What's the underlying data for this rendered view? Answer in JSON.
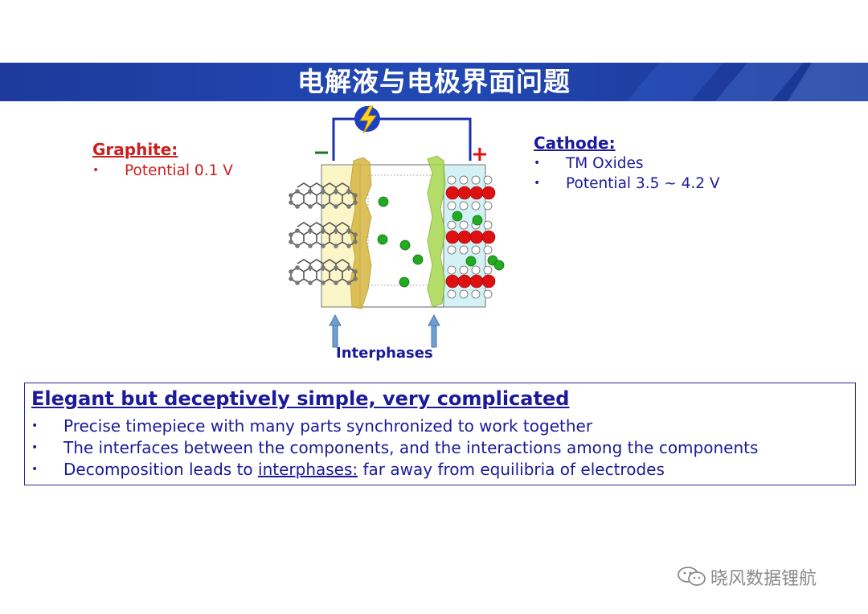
{
  "title": "电解液与电极界面问题",
  "anode": {
    "label": "Graphite:",
    "bullets": [
      "Potential 0.1 V"
    ]
  },
  "cathode": {
    "label": "Cathode:",
    "bullets": [
      "TM Oxides",
      "Potential 3.5 ~ 4.2 V"
    ]
  },
  "terminals": {
    "negative": "−",
    "positive": "+"
  },
  "interphases_label": "Interphases",
  "summary": {
    "title": "Elegant but deceptively simple, very complicated",
    "bullets": [
      {
        "text": "Precise timepiece with many parts synchronized to work together"
      },
      {
        "text": "The interfaces between the components, and the interactions among the components"
      },
      {
        "pre": "Decomposition leads to ",
        "underlined": "interphases:",
        "post": " far away from equilibria of electrodes"
      }
    ]
  },
  "watermark": "晓风数据锂航",
  "colors": {
    "banner": "#1f3fa8",
    "red": "#cc1f1f",
    "blue": "#1a1a9a",
    "ion": "#22aa22",
    "oxygen": "#dd1111"
  },
  "icons": {
    "power": "lightning-bolt-icon",
    "wechat": "wechat-icon"
  }
}
